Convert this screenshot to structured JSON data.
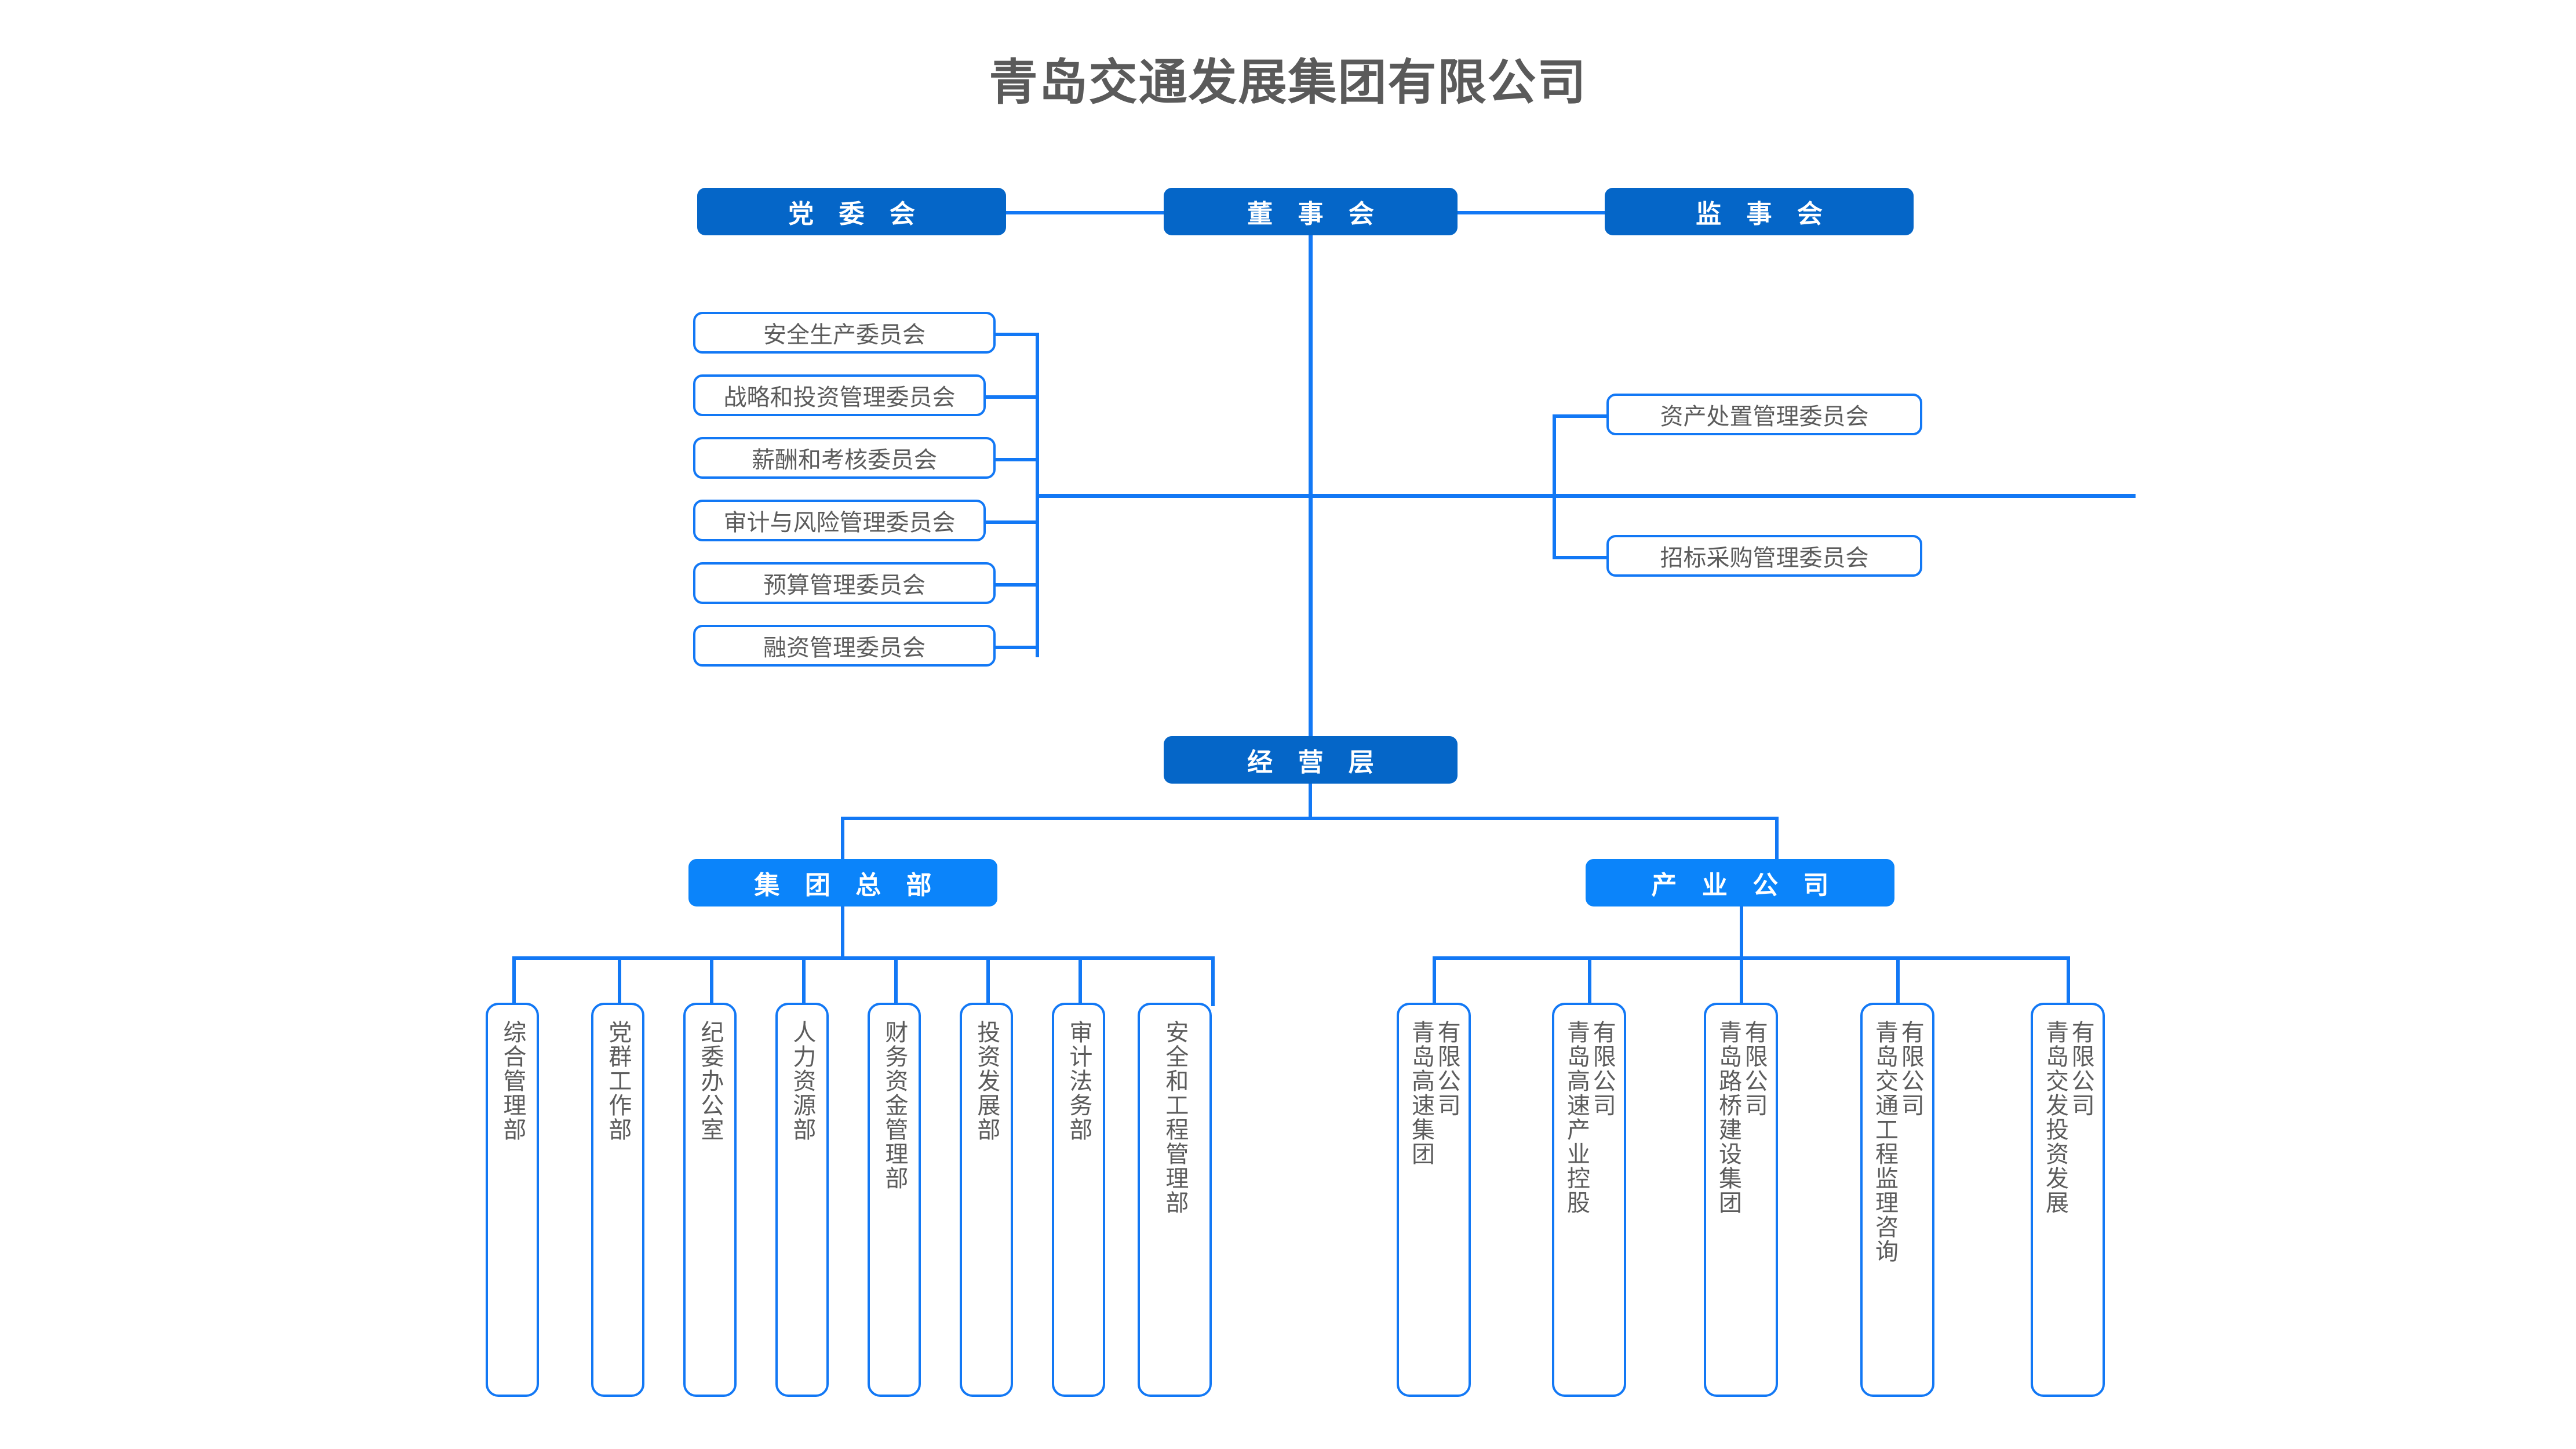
{
  "title": "青岛交通发展集团有限公司",
  "colors": {
    "primary_dark": "#0566c8",
    "primary_light": "#0b84fa",
    "line": "#1278f5",
    "text_gray": "#5c5c5c",
    "title_gray": "#5a5a5a",
    "background": "#ffffff"
  },
  "top_level": {
    "party_committee": "党 委 会",
    "board_of_directors": "董 事 会",
    "board_of_supervisors": "监 事 会"
  },
  "left_committees": [
    {
      "label": "安全生产委员会"
    },
    {
      "label": "战略和投资管理委员会"
    },
    {
      "label": "薪酬和考核委员会"
    },
    {
      "label": "审计与风险管理委员会"
    },
    {
      "label": "预算管理委员会"
    },
    {
      "label": "融资管理委员会"
    }
  ],
  "right_committees": [
    {
      "label": "资产处置管理委员会"
    },
    {
      "label": "招标采购管理委员会"
    }
  ],
  "management_level": "经 营 层",
  "branches": {
    "headquarters": "集 团 总 部",
    "industry_companies": "产 业 公 司"
  },
  "departments": [
    {
      "label": "综合管理部"
    },
    {
      "label": "党群工作部"
    },
    {
      "label": "纪委办公室"
    },
    {
      "label": "人力资源部"
    },
    {
      "label": "财务资金管理部"
    },
    {
      "label": "投资发展部"
    },
    {
      "label": "审计法务部"
    },
    {
      "label": "安全和工程管理部"
    }
  ],
  "subsidiaries": [
    {
      "col1": "青岛高速集团",
      "col2": "有限公司"
    },
    {
      "col1": "青岛高速产业控股",
      "col2": "有限公司"
    },
    {
      "col1": "青岛路桥建设集团",
      "col2": "有限公司"
    },
    {
      "col1": "青岛交通工程监理咨询",
      "col2": "有限公司"
    },
    {
      "col1": "青岛交发投资发展",
      "col2": "有限公司"
    }
  ]
}
